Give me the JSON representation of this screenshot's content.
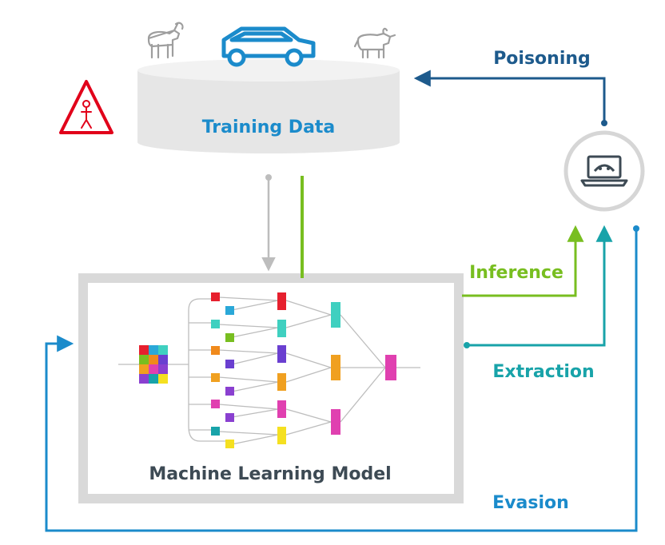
{
  "labels": {
    "training_data": "Training Data",
    "model": "Machine Learning Model",
    "poisoning": "Poisoning",
    "inference": "Inference",
    "extraction": "Extraction",
    "evasion": "Evasion"
  },
  "icons": {
    "goat": "goat-icon",
    "car": "car-icon",
    "cow": "cow-icon",
    "warning": "warning-person-icon",
    "attacker": "hacker-laptop-icon"
  },
  "colors": {
    "poisoning": "#1d5a8c",
    "inference": "#78be20",
    "extraction": "#18a3a9",
    "evasion": "#1b8bcb",
    "training": "#1b8bcb",
    "warning": "#e1001a",
    "database": "#e6e6e6",
    "frame": "#d9d9d9",
    "model_text": "#3d4a54"
  }
}
